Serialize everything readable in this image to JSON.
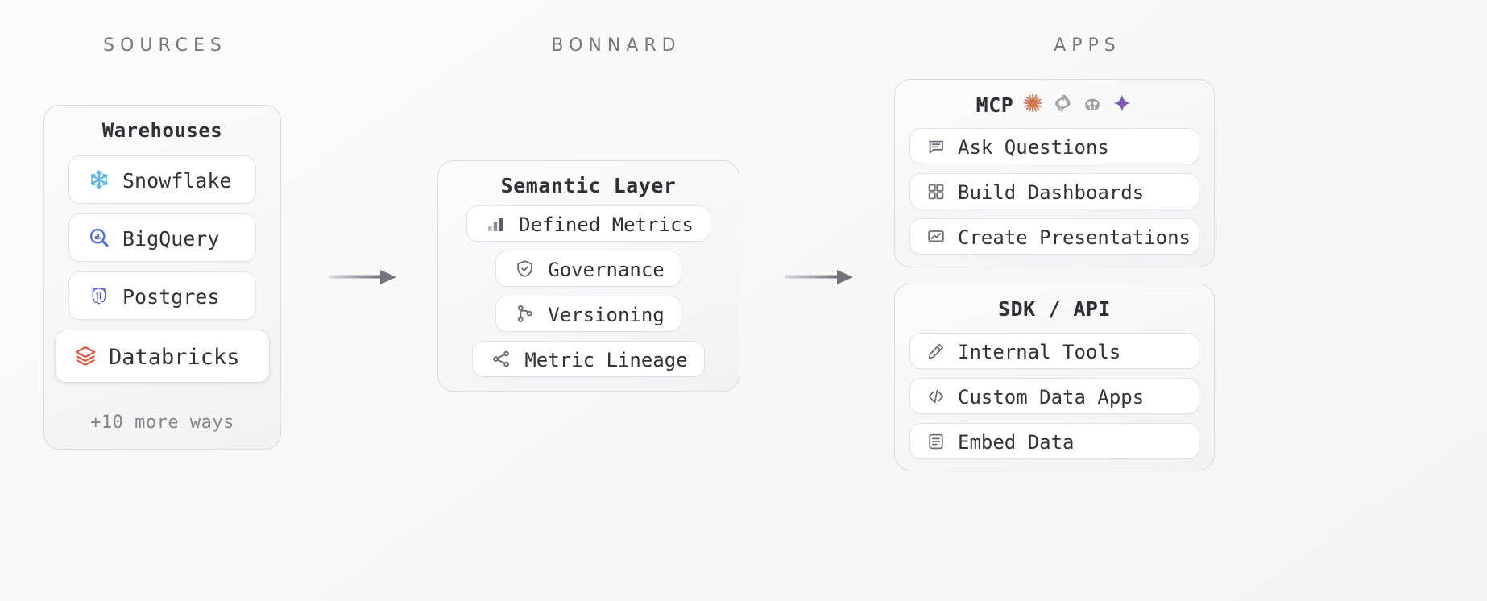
{
  "columns": {
    "sources_label": "SOURCES",
    "bonnard_label": "BONNARD",
    "apps_label": "APPS"
  },
  "sources": {
    "title": "Warehouses",
    "items": [
      {
        "label": "Snowflake",
        "icon": "snowflake-icon",
        "color": "#5cb8e8",
        "emphasis": false
      },
      {
        "label": "BigQuery",
        "icon": "bigquery-icon",
        "color": "#4a6ef0",
        "emphasis": false
      },
      {
        "label": "Postgres",
        "icon": "postgres-icon",
        "color": "#4a5ede",
        "emphasis": false
      },
      {
        "label": "Databricks",
        "icon": "databricks-icon",
        "color": "#f0462d",
        "emphasis": true
      }
    ],
    "more_label": "+10 more ways"
  },
  "semantic": {
    "title": "Semantic Layer",
    "items": [
      {
        "label": "Defined Metrics",
        "icon": "bar-chart-icon"
      },
      {
        "label": "Governance",
        "icon": "shield-check-icon"
      },
      {
        "label": "Versioning",
        "icon": "git-branch-icon"
      },
      {
        "label": "Metric Lineage",
        "icon": "share-network-icon"
      }
    ]
  },
  "apps": {
    "mcp": {
      "title": "MCP",
      "logos": [
        {
          "name": "anthropic-logo",
          "color": "#d4764f"
        },
        {
          "name": "openai-logo",
          "color": "#9e9ea5"
        },
        {
          "name": "copilot-logo",
          "color": "#9e9ea5"
        },
        {
          "name": "gemini-logo",
          "color": "#7b5bb5"
        }
      ],
      "items": [
        {
          "label": "Ask Questions",
          "icon": "message-square-icon"
        },
        {
          "label": "Build Dashboards",
          "icon": "grid-icon"
        },
        {
          "label": "Create Presentations",
          "icon": "presentation-chart-icon"
        }
      ]
    },
    "sdk": {
      "title": "SDK / API",
      "items": [
        {
          "label": "Internal Tools",
          "icon": "pencil-icon"
        },
        {
          "label": "Custom Data Apps",
          "icon": "code-brackets-icon"
        },
        {
          "label": "Embed Data",
          "icon": "document-icon"
        }
      ]
    }
  },
  "connectors": {
    "arrow_1": "arrow-right",
    "arrow_2": "arrow-right"
  },
  "theme": {
    "background": "#fafafa",
    "panel_border": "#dcdcdf",
    "card_border": "#e3e3e6",
    "text_primary": "#31313a",
    "text_muted": "#84848c",
    "header_text": "#76767c",
    "icon_gray": "#6e6e76",
    "arrow_gray": "#7d7d86"
  }
}
